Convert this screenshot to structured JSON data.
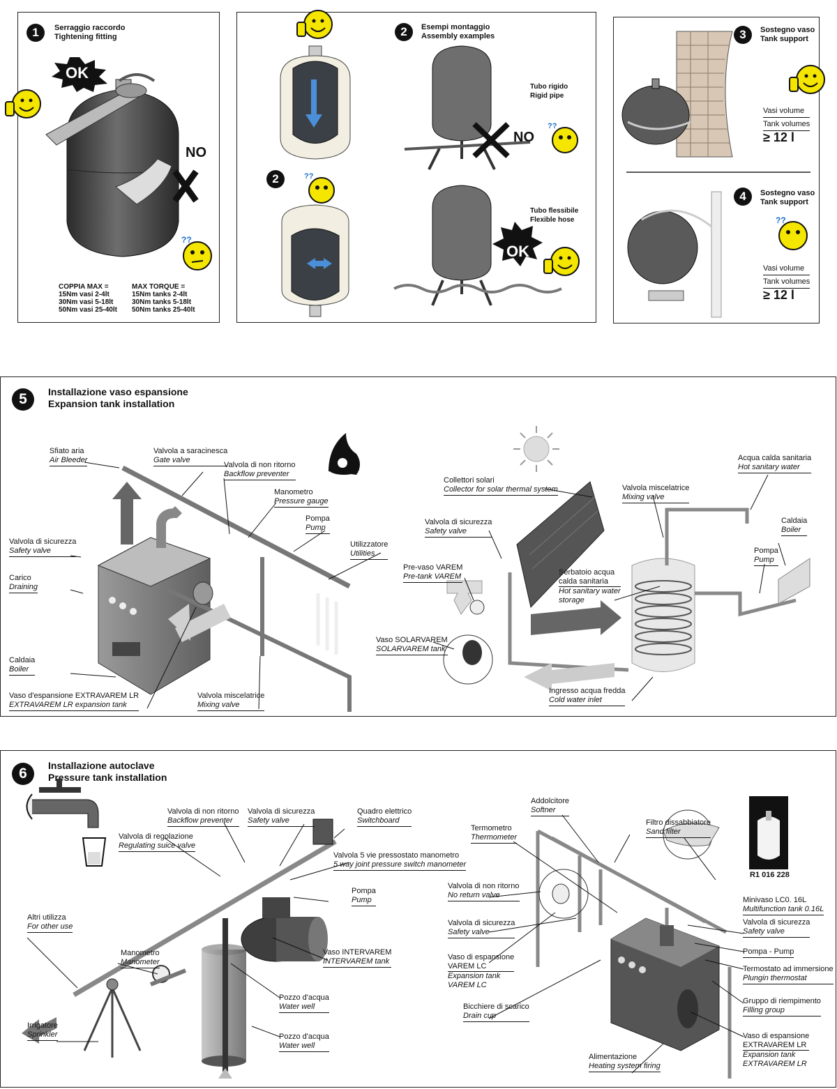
{
  "panel1": {
    "number": "1",
    "title_it": "Serraggio raccordo",
    "title_en": "Tightening fitting",
    "ok": "OK",
    "no": "NO",
    "torque_it_head": "COPPIA MAX =",
    "torque_it_1": "15Nm vasi 2-4lt",
    "torque_it_2": "30Nm vasi 5-18lt",
    "torque_it_3": "50Nm vasi 25-40lt",
    "torque_en_head": "MAX TORQUE =",
    "torque_en_1": "15Nm tanks 2-4lt",
    "torque_en_2": "30Nm tanks 5-18lt",
    "torque_en_3": "50Nm tanks 25-40lt"
  },
  "panel2": {
    "number": "2",
    "number_small": "2",
    "title_it": "Esempi montaggio",
    "title_en": "Assembly examples",
    "rigid_it": "Tubo rigido",
    "rigid_en": "Rigid pipe",
    "no": "NO",
    "flex_it": "Tubo flessibile",
    "flex_en": "Flexible hose",
    "ok": "OK"
  },
  "panel3": {
    "number": "3",
    "title_it": "Sostegno vaso",
    "title_en": "Tank support",
    "vol_it": "Vasi volume",
    "vol_en": "Tank volumes",
    "vol_value": "≥ 12 l"
  },
  "panel4": {
    "number": "4",
    "title_it": "Sostegno vaso",
    "title_en": "Tank support",
    "vol_it": "Vasi volume",
    "vol_en": "Tank volumes",
    "vol_value": "≥ 12 l"
  },
  "panel5": {
    "number": "5",
    "title_it": "Installazione vaso espansione",
    "title_en": "Expansion tank installation",
    "labels": {
      "air_it": "Sfiato aria",
      "air_en": "Air Bleeder",
      "gate_it": "Valvola a saracinesca",
      "gate_en": "Gate valve",
      "backflow_it": "Valvola di non ritorno",
      "backflow_en": "Backflow preventer",
      "gauge_it": "Manometro",
      "gauge_en": "Pressure gauge",
      "pump_it": "Pompa",
      "pump_en": "Pump",
      "util_it": "Utilizzatore",
      "util_en": "Utilities",
      "safety_it": "Valvola di sicurezza",
      "safety_en": "Safety valve",
      "drain_it": "Carico",
      "drain_en": "Draining",
      "boiler_it": "Caldaia",
      "boiler_en": "Boiler",
      "exp_it": "Vaso d'espansione EXTRAVAREM LR",
      "exp_en": "EXTRAVAREM LR expansion tank",
      "mix_it": "Valvola miscelatrice",
      "mix_en": "Mixing valve",
      "solar_it": "Collettori solari",
      "solar_en": "Collector for solar thermal system",
      "ssafety_it": "Valvola di sicurezza",
      "ssafety_en": "Safety valve",
      "pretank_it": "Pre-vaso VAREM",
      "pretank_en": "Pre-tank VAREM",
      "solartank_it": "Vaso SOLARVAREM",
      "solartank_en": "SOLARVAREM tank",
      "smix_it": "Valvola miscelatrice",
      "smix_en": "Mixing valve",
      "storage_it1": "Serbatoio acqua",
      "storage_it2": "calda sanitaria",
      "storage_en1": "Hot sanitary water",
      "storage_en2": "storage",
      "cold_it": "Ingresso acqua fredda",
      "cold_en": "Cold water inlet",
      "hot_it": "Acqua calda sanitaria",
      "hot_en": "Hot sanitary water",
      "sboiler_it": "Caldaia",
      "sboiler_en": "Boiler",
      "spump_it": "Pompa",
      "spump_en": "Pump"
    }
  },
  "panel6": {
    "number": "6",
    "title_it": "Installazione autoclave",
    "title_en": "Pressure tank installation",
    "labels": {
      "backflow_it": "Valvola di non ritorno",
      "backflow_en": "Backflow preventer",
      "safety_it": "Valvola di sicurezza",
      "safety_en": "Safety valve",
      "switch_it": "Quadro elettrico",
      "switch_en": "Switchboard",
      "reg_it": "Valvola di regolazione",
      "reg_en": "Regulating suice valve",
      "fiveway_it": "Valvola 5 vie pressostato manometro",
      "fiveway_en": "5 way joint pressure switch manometer",
      "pump_it": "Pompa",
      "pump_en": "Pump",
      "other_it": "Altri utilizza",
      "other_en": "For other use",
      "mano_it": "Manometro",
      "mano_en": "Manometer",
      "inter_it": "Vaso INTERVAREM",
      "inter_en": "INTERVAREM tank",
      "well1_it": "Pozzo d'acqua",
      "well1_en": "Water well",
      "sprinkler_it": "Irrigatore",
      "sprinkler_en": "Sprinkler",
      "well2_it": "Pozzo d'acqua",
      "well2_en": "Water well",
      "soft_it": "Addolcitore",
      "soft_en": "Softner",
      "thermo_it": "Termometro",
      "thermo_en": "Thermometer",
      "sand_it": "Filtro dissabbiatore",
      "sand_en": "Sand filter",
      "code": "R1 016 228",
      "noret_it": "Valvola di non ritorno",
      "noret_en": "No return valve",
      "mini_it": "Minivaso LC0. 16L",
      "mini_en": "Multifunction tank 0.16L",
      "rsafety_it": "Valvola di sicurezza",
      "rsafety_en": "Safety valve",
      "lsafety_it": "Valvola di sicurezza",
      "lsafety_en": "Safety valve",
      "pumpr": "Pompa - Pump",
      "varem_it1": "Vaso di espansione",
      "varem_it2": "VAREM LC",
      "varem_en1": "Expansion tank",
      "varem_en2": "VAREM LC",
      "immersion_it": "Termostato ad immersione",
      "immersion_en": "Plungin thermostat",
      "cup_it": "Bicchiere di scarico",
      "cup_en": "Drain cup",
      "fill_it": "Gruppo di riempimento",
      "fill_en": "Filling group",
      "extra_it1": "Vaso di espansione",
      "extra_it2": "EXTRAVAREM LR",
      "extra_en1": "Expansion tank",
      "extra_en2": "EXTRAVAREM LR",
      "feed_it": "Alimentazione",
      "feed_en": "Heating system firing"
    }
  }
}
